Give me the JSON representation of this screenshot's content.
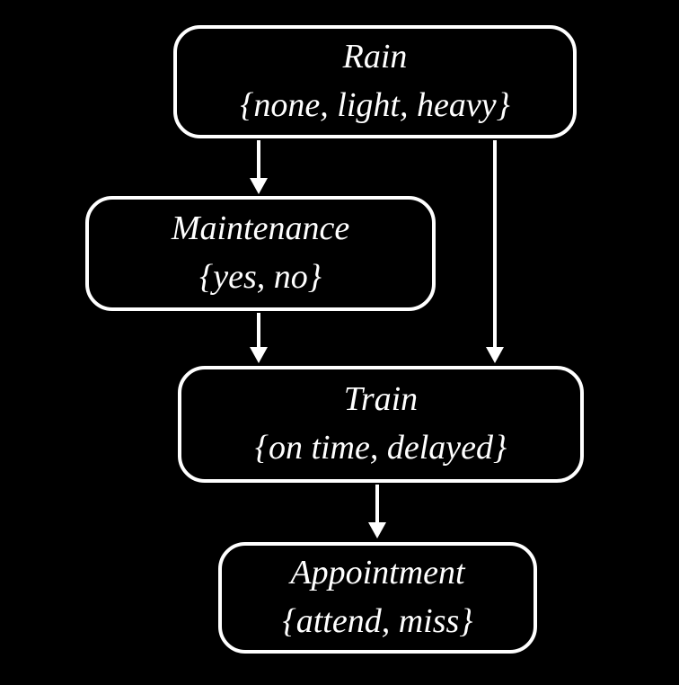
{
  "diagram": {
    "type": "bayesian-network",
    "nodes": [
      {
        "id": "rain",
        "label": "Rain",
        "values": "{none, light, heavy}"
      },
      {
        "id": "maintenance",
        "label": "Maintenance",
        "values": "{yes, no}"
      },
      {
        "id": "train",
        "label": "Train",
        "values": "{on time, delayed}"
      },
      {
        "id": "appointment",
        "label": "Appointment",
        "values": "{attend, miss}"
      }
    ],
    "edges": [
      {
        "from": "rain",
        "to": "maintenance"
      },
      {
        "from": "rain",
        "to": "train"
      },
      {
        "from": "maintenance",
        "to": "train"
      },
      {
        "from": "train",
        "to": "appointment"
      }
    ],
    "colors": {
      "background": "#000000",
      "node_border": "#ffffff",
      "text": "#ffffff",
      "arrow": "#ffffff"
    }
  }
}
